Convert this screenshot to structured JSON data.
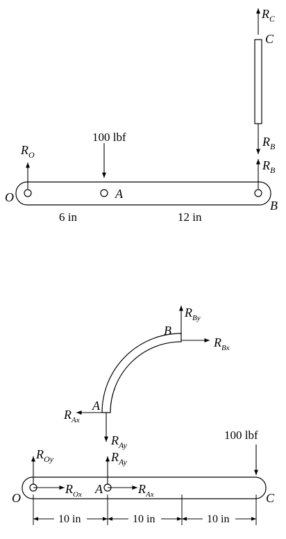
{
  "top": {
    "load": "100 lbf",
    "R_O": "R",
    "R_O_sub": "O",
    "R_C": "R",
    "R_C_sub": "C",
    "R_B_link": "R",
    "R_B_link_sub": "B",
    "R_B_beam": "R",
    "R_B_beam_sub": "B",
    "pt_O": "O",
    "pt_A": "A",
    "pt_B": "B",
    "pt_C": "C",
    "dim_1": "6 in",
    "dim_2": "12 in"
  },
  "bottom": {
    "load": "100 lbf",
    "R_By": "R",
    "R_By_sub": "By",
    "R_Bx": "R",
    "R_Bx_sub": "Bx",
    "R_Ax_curve": "R",
    "R_Ax_curve_sub": "Ax",
    "R_Ay_curve": "R",
    "R_Ay_curve_sub": "Ay",
    "R_Oy": "R",
    "R_Oy_sub": "Oy",
    "R_Ox": "R",
    "R_Ox_sub": "Ox",
    "R_Ay_beam": "R",
    "R_Ay_beam_sub": "Ay",
    "R_Ax_beam": "R",
    "R_Ax_beam_sub": "Ax",
    "pt_O": "O",
    "pt_A": "A",
    "pt_B": "B",
    "pt_A_curve": "A",
    "pt_C": "C",
    "dim_1": "10 in",
    "dim_2": "10 in",
    "dim_3": "10 in"
  }
}
